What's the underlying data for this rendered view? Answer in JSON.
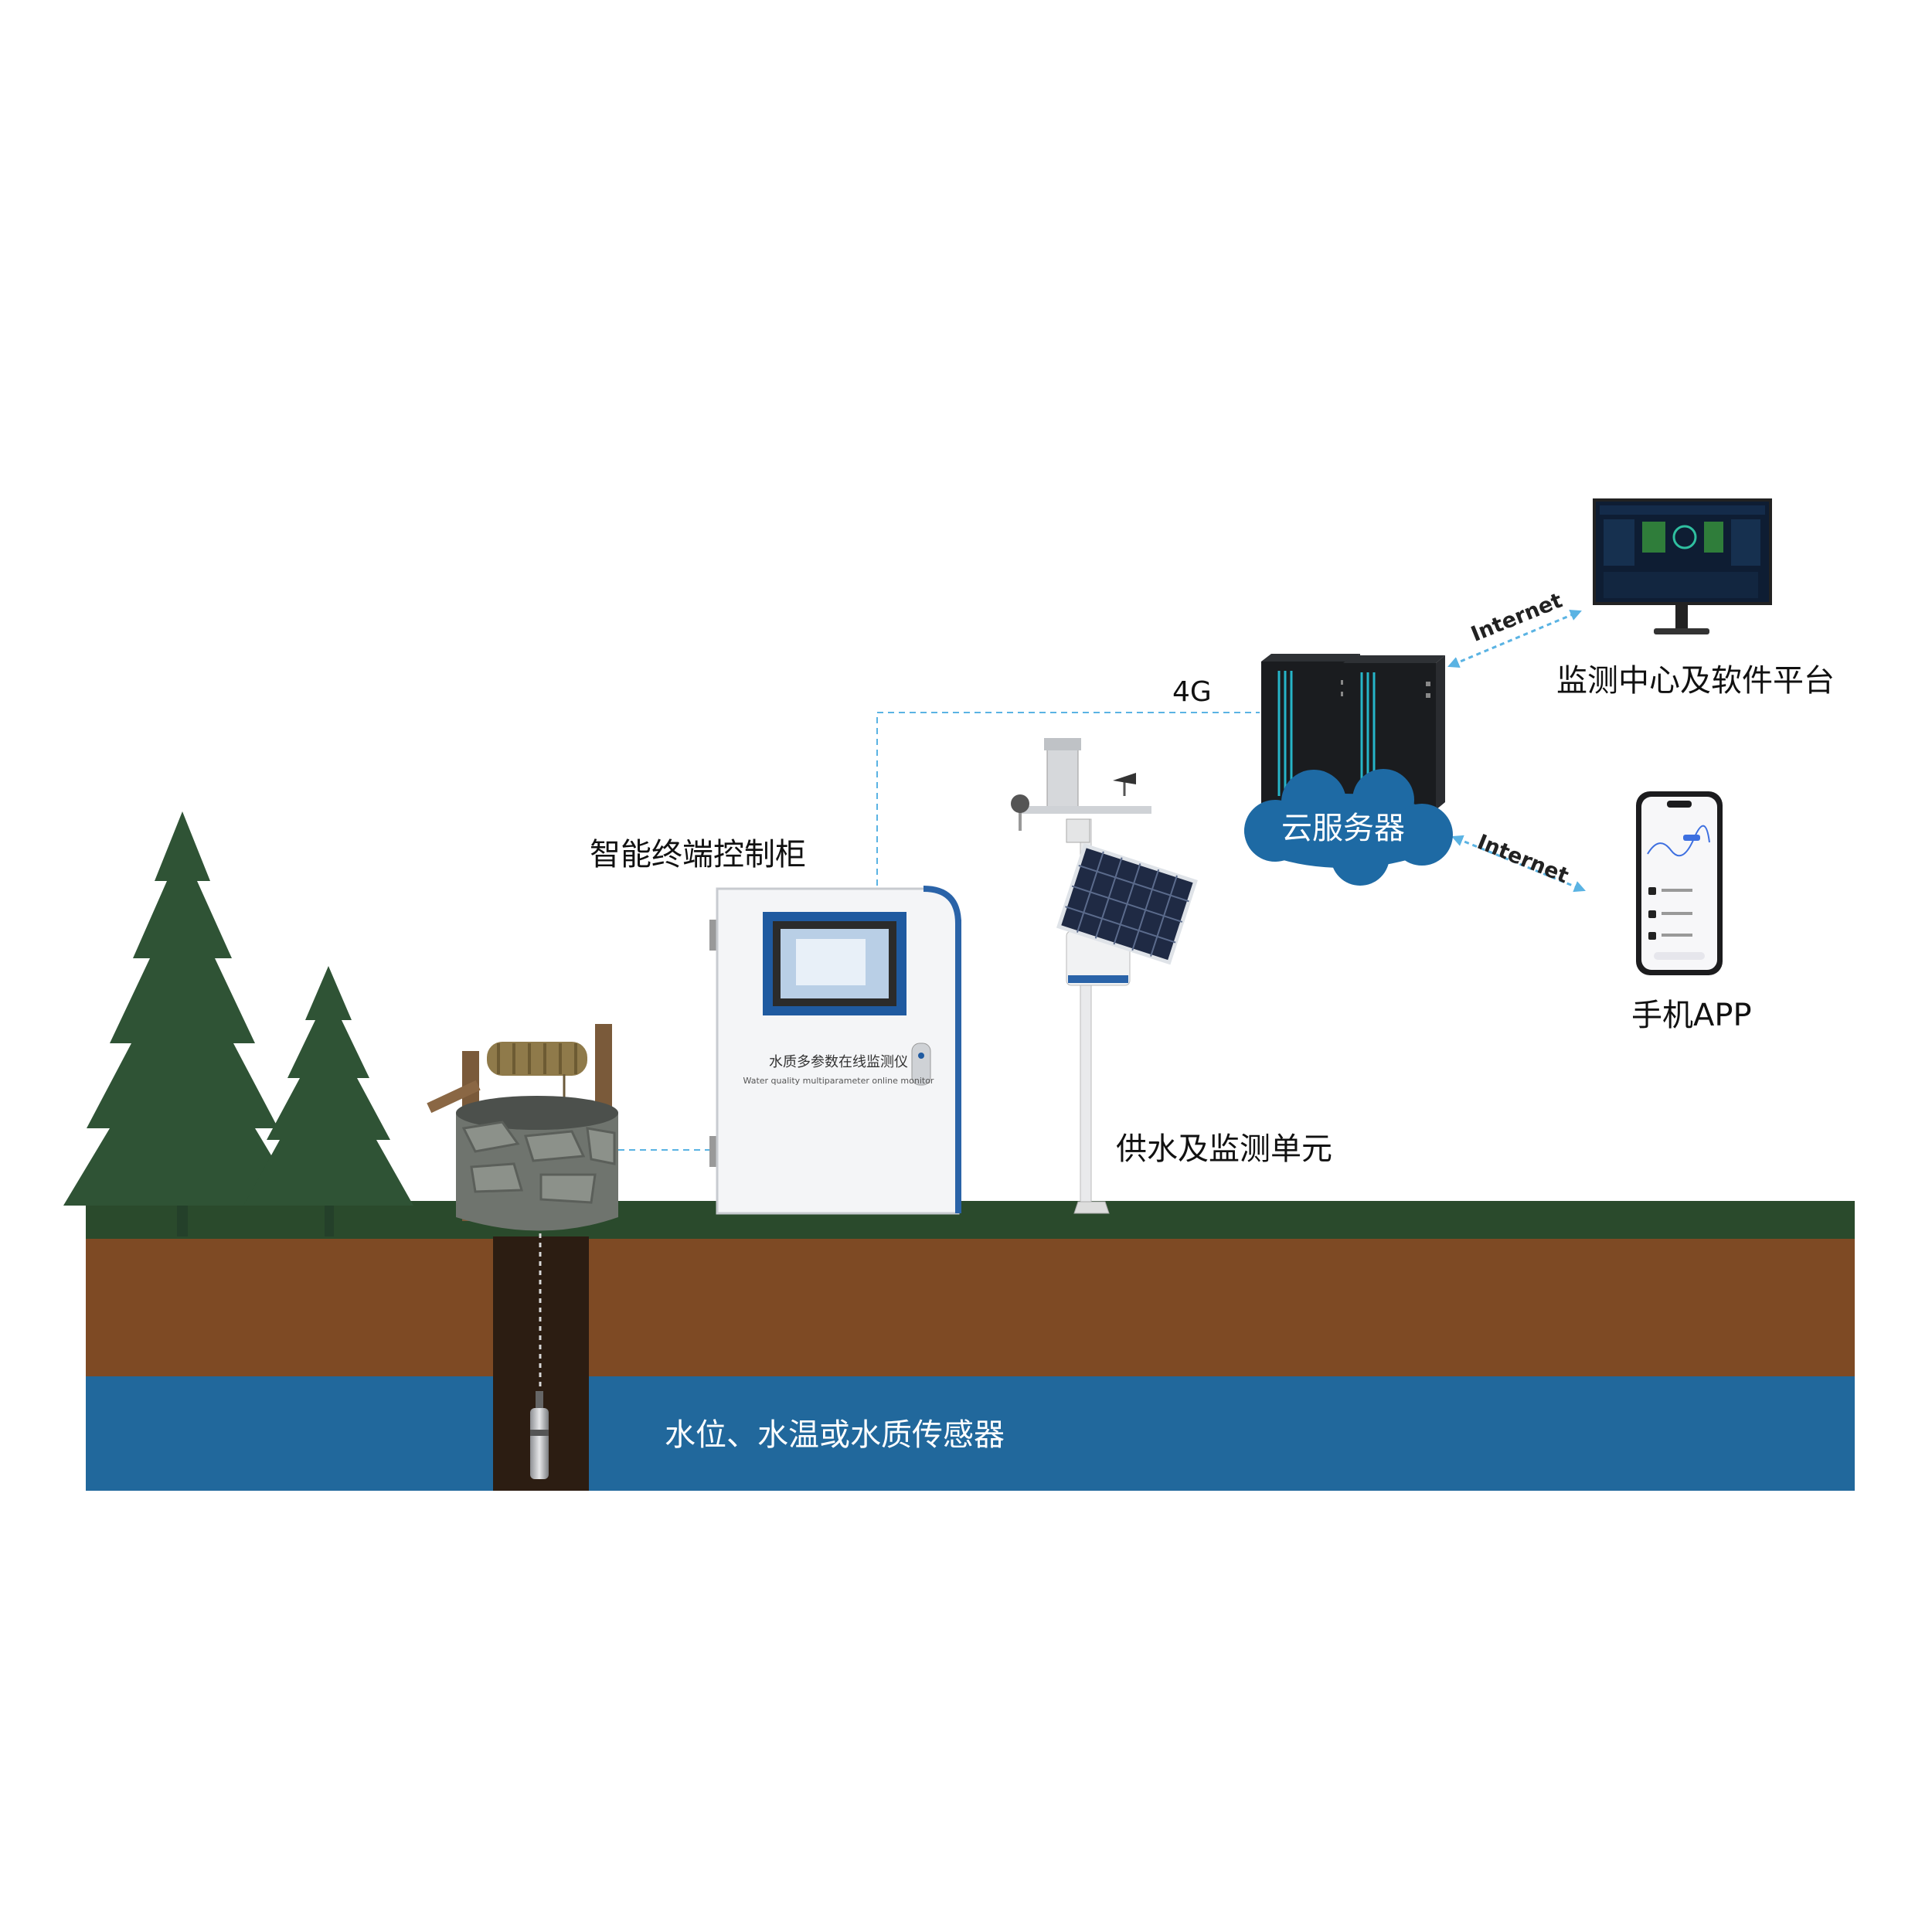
{
  "labels": {
    "control_cabinet": "智能终端控制柜",
    "supply_unit": "供水及监测单元",
    "cloud_server": "云服务器",
    "monitoring_center": "监测中心及软件平台",
    "mobile_app": "手机APP",
    "sensor": "水位、水温或水质传感器",
    "link_4g": "4G",
    "link_internet_top": "Internet",
    "link_internet_bottom": "Internet"
  },
  "cabinet": {
    "plate_cn": "水质多参数在线监测仪",
    "plate_en": "Water quality multiparameter online monitor"
  },
  "colors": {
    "grass": "#2a4a2c",
    "soil": "#7e4a24",
    "water": "#21689c",
    "well_shaft": "#2c1d12",
    "tree": "#2f5335",
    "connector": "#5ab3e3",
    "cloud": "#1e6aa4"
  },
  "icons": {
    "well": "well-icon",
    "tree": "pine-tree-icon",
    "cabinet": "control-cabinet-icon",
    "station": "weather-station-icon",
    "server": "server-tower-icon",
    "monitor": "monitor-icon",
    "phone": "smartphone-icon",
    "probe": "sensor-probe-icon"
  }
}
